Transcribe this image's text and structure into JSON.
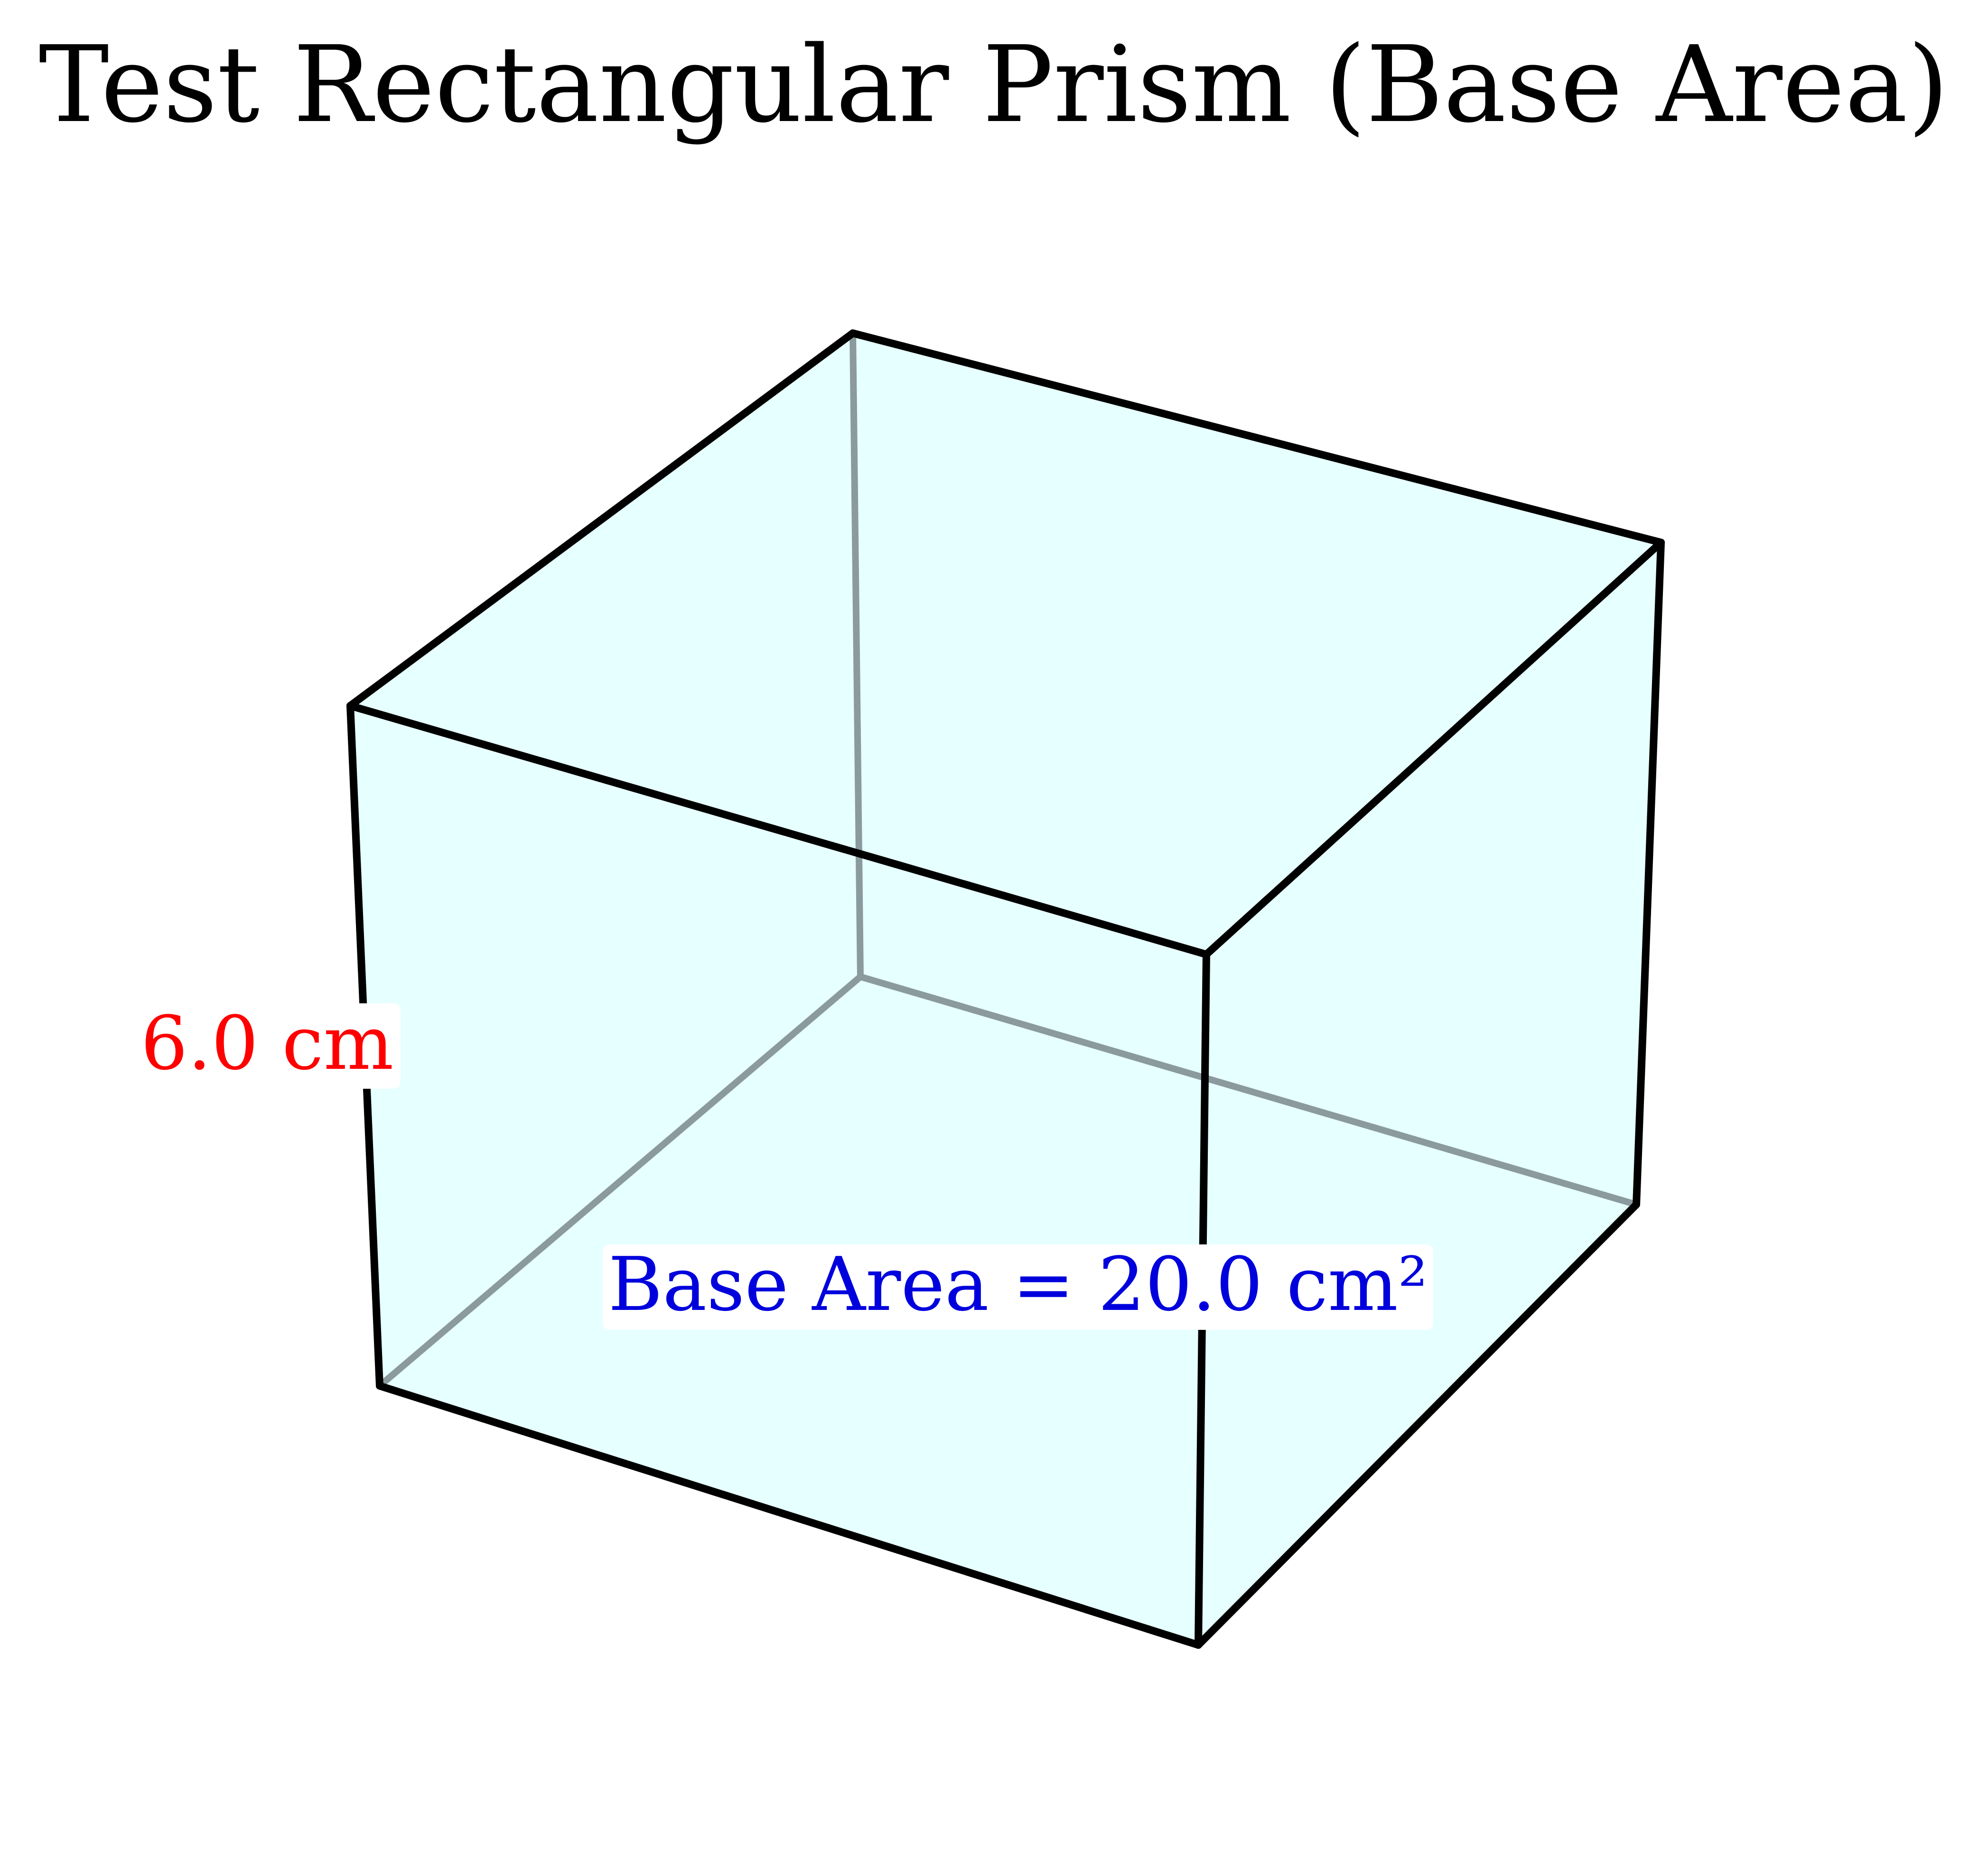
{
  "title": "Test Rectangular Prism (Base Area)",
  "labels": {
    "height": "6.0 cm",
    "base_area": "Base Area = 20.0 cm²"
  },
  "colors": {
    "face_fill": "#e0ffff",
    "visible_edge": "#000000",
    "hidden_edge": "#8a9a9e",
    "height_label": "#ff0000",
    "base_area_label": "#0000dd",
    "label_background": "#ffffff"
  },
  "prism": {
    "height_value": 6.0,
    "height_unit": "cm",
    "base_area_value": 20.0,
    "base_area_unit": "cm²"
  }
}
